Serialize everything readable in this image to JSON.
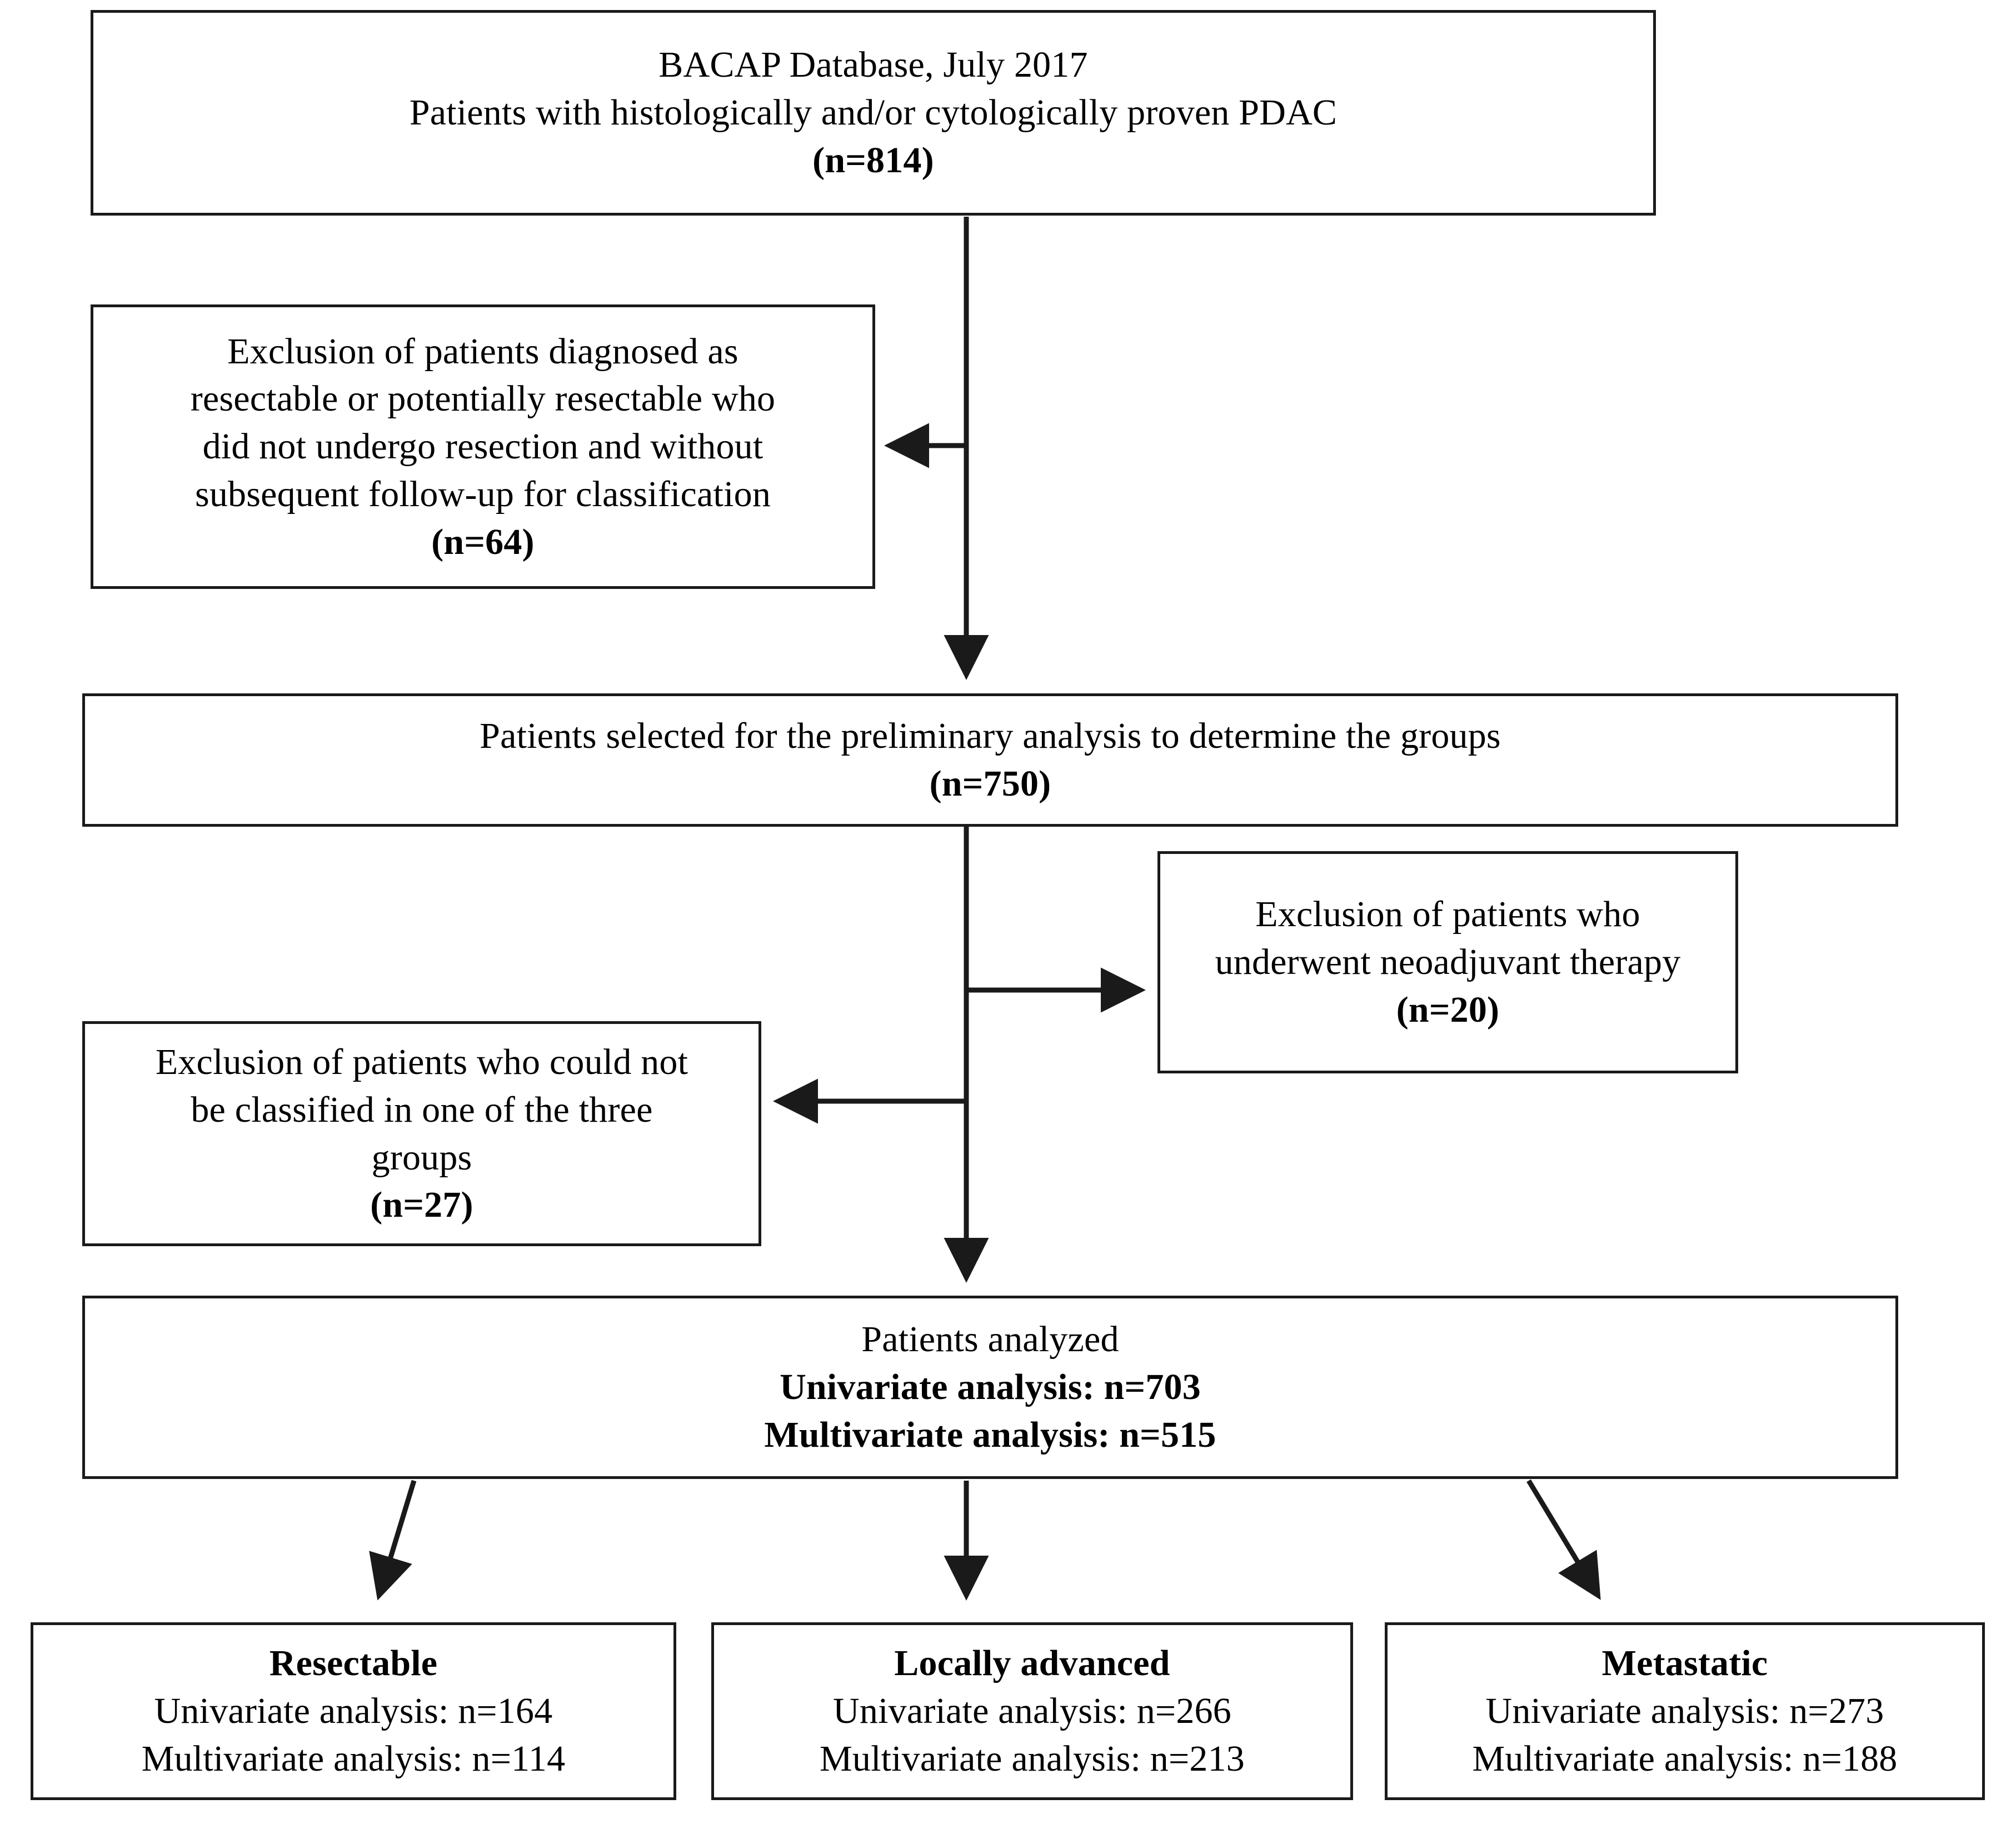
{
  "figure": {
    "type": "flow-diagram",
    "title": "Patient selection flow diagram",
    "line_color": "#1a1a1a",
    "background_color": "#ffffff"
  },
  "boxes": {
    "source_cohort": {
      "name": "BACAP database source cohort",
      "line1": "BACAP Database, July 2017",
      "line2": "Patients with histologically and/or cytologically proven PDAC",
      "count": "(n=814)"
    },
    "exclusion_resectable": {
      "name": "Exclusion: resectable not resected",
      "line1": "Exclusion of patients diagnosed as",
      "line2": "resectable or potentially resectable who",
      "line3": "did not undergo resection and without",
      "line4": "subsequent follow-up for classification",
      "count": "(n=64)"
    },
    "preliminary_selection": {
      "name": "Patients selected for preliminary analysis",
      "line1": "Patients selected for the preliminary analysis to determine the groups",
      "count": "(n=750)"
    },
    "exclusion_neoadjuvant": {
      "name": "Exclusion: neoadjuvant therapy",
      "line1": "Exclusion of patients who",
      "line2": "underwent neoadjuvant therapy",
      "count": "(n=20)"
    },
    "exclusion_unclassified": {
      "name": "Exclusion: not classifiable",
      "line1": "Exclusion of patients who could not",
      "line2": "be classified in one of the three",
      "line3": "groups",
      "count": "(n=27)"
    },
    "patients_analyzed": {
      "name": "Patients analyzed",
      "line1": "Patients analyzed",
      "line2": "Univariate analysis: n=703",
      "line3": "Multivariate analysis: n=515"
    },
    "group_resectable": {
      "name": "Resectable group",
      "title": "Resectable",
      "line1": "Univariate analysis: n=164",
      "line2": "Multivariate analysis: n=114"
    },
    "group_locally_advanced": {
      "name": "Locally advanced group",
      "title": "Locally advanced",
      "line1": "Univariate analysis: n=266",
      "line2": "Multivariate analysis: n=213"
    },
    "group_metastatic": {
      "name": "Metastatic group",
      "title": "Metastatic",
      "line1": "Univariate analysis: n=273",
      "line2": "Multivariate analysis: n=188"
    }
  },
  "chart_data": {
    "type": "table",
    "title": "Patient selection flow diagram",
    "nodes": [
      {
        "id": "source_cohort",
        "label": "BACAP Database, July 2017 - Patients with histologically and/or cytologically proven PDAC",
        "n": 814
      },
      {
        "id": "exclusion_resectable",
        "label": "Exclusion of patients diagnosed as resectable or potentially resectable who did not undergo resection and without subsequent follow-up for classification",
        "n": 64
      },
      {
        "id": "preliminary_selection",
        "label": "Patients selected for the preliminary analysis to determine the groups",
        "n": 750
      },
      {
        "id": "exclusion_neoadjuvant",
        "label": "Exclusion of patients who underwent neoadjuvant therapy",
        "n": 20
      },
      {
        "id": "exclusion_unclassified",
        "label": "Exclusion of patients who could not be classified in one of the three groups",
        "n": 27
      },
      {
        "id": "patients_analyzed",
        "label": "Patients analyzed",
        "univariate": 703,
        "multivariate": 515
      },
      {
        "id": "group_resectable",
        "label": "Resectable",
        "univariate": 164,
        "multivariate": 114
      },
      {
        "id": "group_locally_advanced",
        "label": "Locally advanced",
        "univariate": 266,
        "multivariate": 213
      },
      {
        "id": "group_metastatic",
        "label": "Metastatic",
        "univariate": 273,
        "multivariate": 188
      }
    ],
    "edges": [
      {
        "from": "source_cohort",
        "to": "exclusion_resectable"
      },
      {
        "from": "source_cohort",
        "to": "preliminary_selection"
      },
      {
        "from": "preliminary_selection",
        "to": "exclusion_neoadjuvant"
      },
      {
        "from": "preliminary_selection",
        "to": "exclusion_unclassified"
      },
      {
        "from": "preliminary_selection",
        "to": "patients_analyzed"
      },
      {
        "from": "patients_analyzed",
        "to": "group_resectable"
      },
      {
        "from": "patients_analyzed",
        "to": "group_locally_advanced"
      },
      {
        "from": "patients_analyzed",
        "to": "group_metastatic"
      }
    ]
  }
}
